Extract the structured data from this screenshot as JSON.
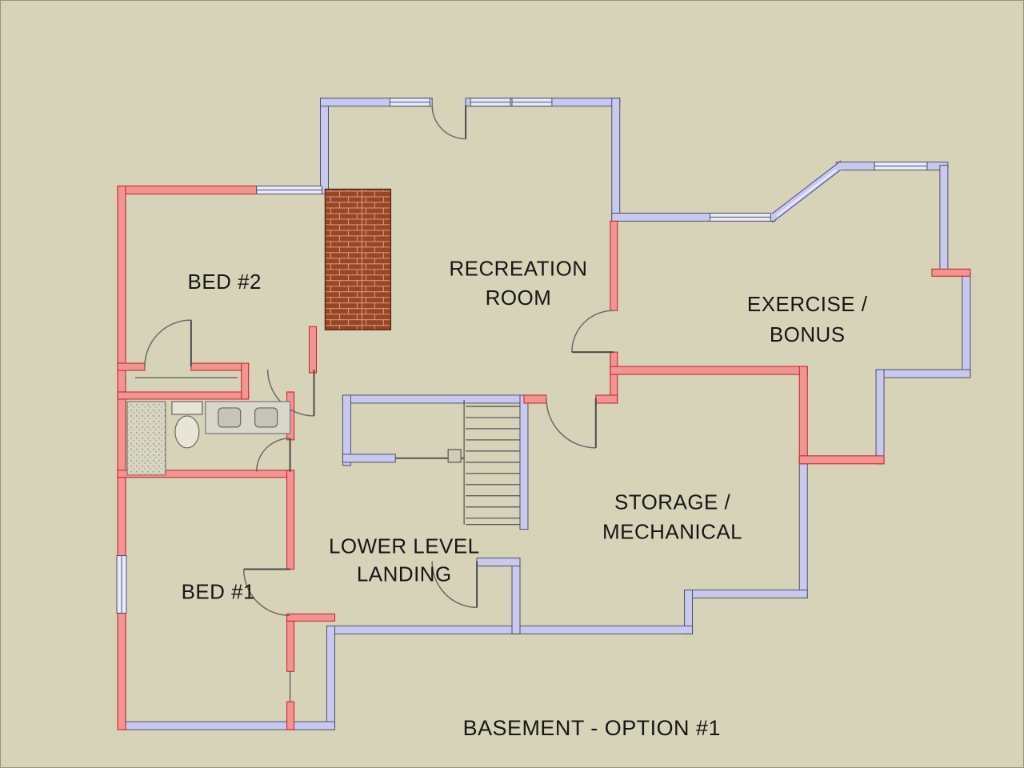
{
  "title": "BASEMENT - OPTION #1",
  "rooms": {
    "bed2": {
      "label": "BED #2"
    },
    "recreation": {
      "line1": "RECREATION",
      "line2": "ROOM"
    },
    "exercise": {
      "line1": "EXERCISE /",
      "line2": "BONUS"
    },
    "storage": {
      "line1": "STORAGE /",
      "line2": "MECHANICAL"
    },
    "landing": {
      "line1": "LOWER LEVEL",
      "line2": "LANDING"
    },
    "bed1": {
      "label": "BED #1"
    }
  },
  "colors": {
    "bg": "#d6d3b8",
    "wall_blue": "#c9c9ee",
    "wall_blue_stroke": "#4e4e6e",
    "wall_red": "#f09494",
    "wall_red_stroke": "#c81e1e",
    "window_fill": "#e9e9f8",
    "brick": "#9c4526",
    "brick_mortar": "#d2a284",
    "text": "#161616"
  }
}
